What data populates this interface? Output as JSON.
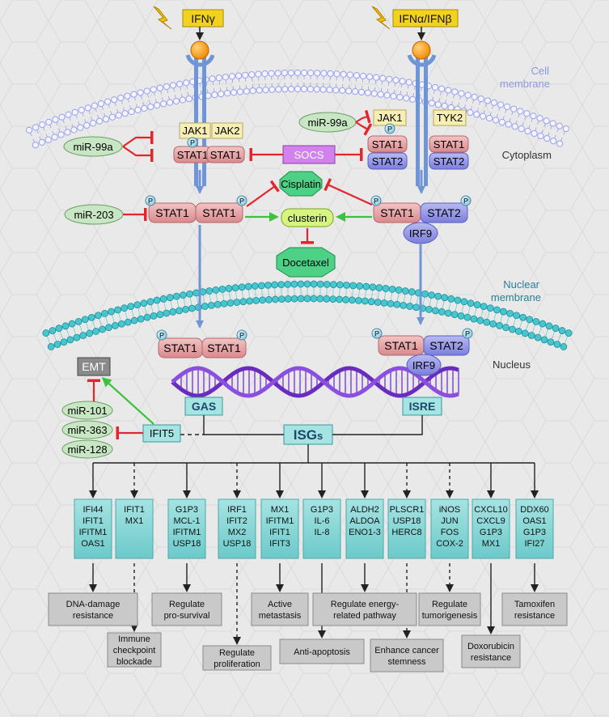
{
  "ligands": {
    "ifng": "IFNγ",
    "ifnab": "IFNα/IFNβ"
  },
  "compartments": {
    "cell_membrane_1": "Cell",
    "cell_membrane_2": "membrane",
    "cytoplasm": "Cytoplasm",
    "nuclear_membrane_1": "Nuclear",
    "nuclear_membrane_2": "membrane",
    "nucleus": "Nucleus"
  },
  "proteins": {
    "jak1": "JAK1",
    "jak2": "JAK2",
    "tyk2": "TYK2",
    "stat1": "STAT1",
    "stat2": "STAT2",
    "irf9": "IRF9",
    "socs": "SOCS",
    "cisplatin": "Cisplatin",
    "clusterin": "clusterin",
    "docetaxel": "Docetaxel",
    "emt": "EMT",
    "ifit5": "IFIT5",
    "phospho": "P"
  },
  "mirnas": {
    "mir99a": "miR-99a",
    "mir203": "miR-203",
    "mir101": "miR-101",
    "mir363": "miR-363",
    "mir128": "miR-128"
  },
  "elements": {
    "gas": "GAS",
    "isre": "ISRE",
    "isgs_main": "ISG",
    "isgs_suffix": "s"
  },
  "gene_groups": [
    [
      "IFI44",
      "IFIT1",
      "IFITM1",
      "OAS1"
    ],
    [
      "IFIT1",
      "MX1"
    ],
    [
      "G1P3",
      "MCL-1",
      "IFITM1",
      "USP18"
    ],
    [
      "IRF1",
      "IFIT2",
      "MX2",
      "USP18"
    ],
    [
      "MX1",
      "IFITM1",
      "IFIT1",
      "IFIT3"
    ],
    [
      "G1P3",
      "IL-6",
      "IL-8"
    ],
    [
      "ALDH2",
      "ALDOA",
      "ENO1-3"
    ],
    [
      "PLSCR1",
      "USP18",
      "HERC8"
    ],
    [
      "iNOS",
      "JUN",
      "FOS",
      "COX-2"
    ],
    [
      "CXCL10",
      "CXCL9",
      "G1P3",
      "MX1"
    ],
    [
      "DDX60",
      "OAS1",
      "G1P3",
      "IFI27"
    ]
  ],
  "outcomes": [
    [
      "DNA-damage",
      "resistance"
    ],
    [
      "Immune",
      "checkpoint",
      "blockade"
    ],
    [
      "Regulate",
      "pro-survival"
    ],
    [
      "Regulate",
      "proliferation"
    ],
    [
      "Active",
      "metastasis"
    ],
    [
      "Anti-apoptosis"
    ],
    [
      "Regulate energy-",
      "related pathway"
    ],
    [
      "Enhance cancer",
      "stemness"
    ],
    [
      "Regulate",
      "tumorigenesis"
    ],
    [
      "Doxorubicin",
      "resistance"
    ],
    [
      "Tamoxifen",
      "resistance"
    ]
  ],
  "colors": {
    "background": "#e9e9e9",
    "membrane": "#9aa0ec",
    "nuclear_membrane": "#47c6cf",
    "stat1": "#e8a0a2",
    "stat2": "#8f92e6",
    "jak": "#f7eeb4",
    "mirna": "#c8e6c4",
    "inhibit": "#e4262c",
    "activate": "#3cc23c",
    "signal": "#6f95d6",
    "gene_box": "#86d6d6",
    "outcome_box": "#c9c9c9",
    "socs": "#d282ec",
    "drug": "#4dd186",
    "clusterin": "#d6f580",
    "ligand": "#f3d11f"
  }
}
